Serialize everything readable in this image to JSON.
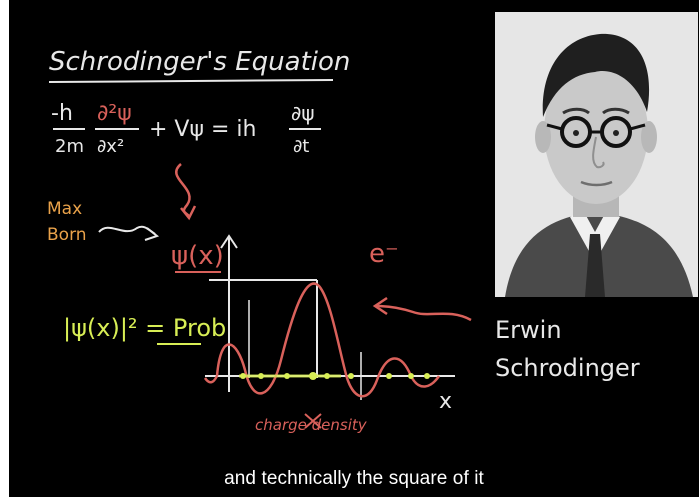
{
  "board": {
    "title": "Schrodinger's Equation",
    "equation_parts": [
      "-h",
      "2m",
      "∂²ψ",
      "∂x²",
      "+ Vψ = ih",
      "∂ψ",
      "∂t"
    ],
    "annotation_left": [
      "Max",
      "Born"
    ],
    "psi_label": "ψ(x)",
    "electron_label": "e⁻",
    "probability": "|ψ(x)|² = Prob",
    "axis_label_x": "x",
    "under_axis": "charge density",
    "photo_label": [
      "Erwin",
      "Schrodinger"
    ]
  },
  "subtitle": "and technically the square of it",
  "colors": {
    "white_ink": "#e8e8e8",
    "red_ink": "#d9615b",
    "yellow_ink": "#d8ee55",
    "orange_ink": "#e9a24a",
    "background": "#000000"
  },
  "photo": {
    "alt": "portrait-photo"
  }
}
